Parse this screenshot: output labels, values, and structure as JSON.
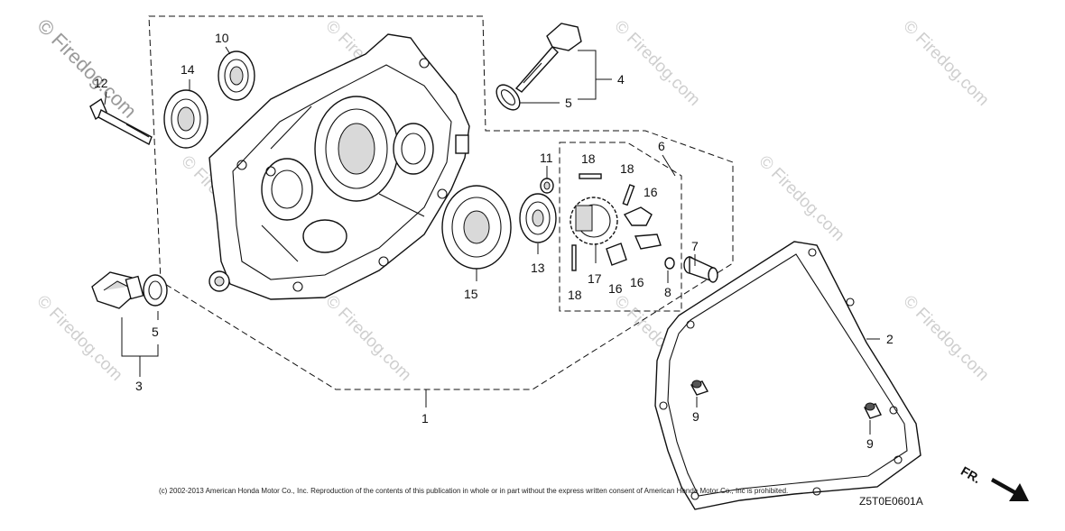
{
  "watermark": {
    "mark": "© Firedog.com",
    "tiles": [
      "© Firedog.com",
      "© Firedog.com",
      "© Firedog.com",
      "© Firedog.com",
      "© Firedog.com",
      "© Firedog.com",
      "© Firedog.com",
      "© Firedog.com",
      "© Firedog.com",
      "© Firedog.com"
    ]
  },
  "callouts": {
    "c1": "1",
    "c2": "2",
    "c3": "3",
    "c4": "4",
    "c5a": "5",
    "c5b": "5",
    "c6": "6",
    "c7": "7",
    "c8": "8",
    "c9a": "9",
    "c9b": "9",
    "c10": "10",
    "c11": "11",
    "c12": "12",
    "c13": "13",
    "c14": "14",
    "c15": "15",
    "c16a": "16",
    "c16b": "16",
    "c16c": "16",
    "c17": "17",
    "c18a": "18",
    "c18b": "18",
    "c18c": "18"
  },
  "footer": {
    "copyright": "(c) 2002-2013 American Honda Motor Co., Inc. Reproduction of the contents of this publication in whole or in part without the express written consent of American Honda Motor Co., Inc is prohibited.",
    "diagram_code": "Z5T0E0601A",
    "direction_label": "FR."
  },
  "colors": {
    "line": "#111111",
    "watermark": "#cfcfcf",
    "background": "#ffffff"
  }
}
